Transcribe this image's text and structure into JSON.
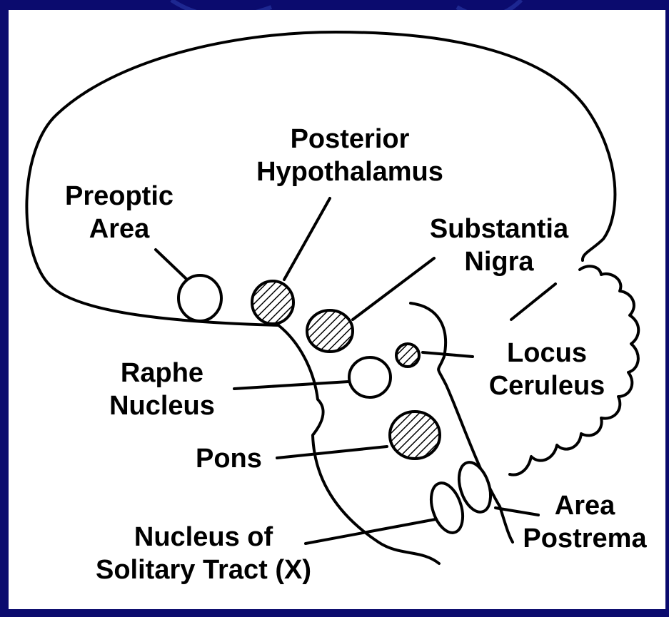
{
  "colors": {
    "background": "#0b0b6e",
    "panel": "#ffffff",
    "ink": "#000000"
  },
  "labels": {
    "posterior_hypothalamus": [
      "Posterior",
      "Hypothalamus"
    ],
    "preoptic_area": [
      "Preoptic",
      "Area"
    ],
    "substantia_nigra": [
      "Substantia",
      "Nigra"
    ],
    "locus_ceruleus": [
      "Locus",
      "Ceruleus"
    ],
    "raphe_nucleus": [
      "Raphe",
      "Nucleus"
    ],
    "pons": "Pons",
    "area_postrema": [
      "Area",
      "Postrema"
    ],
    "nucleus_solitary_tract": [
      "Nucleus of",
      "Solitary Tract (X)"
    ]
  }
}
